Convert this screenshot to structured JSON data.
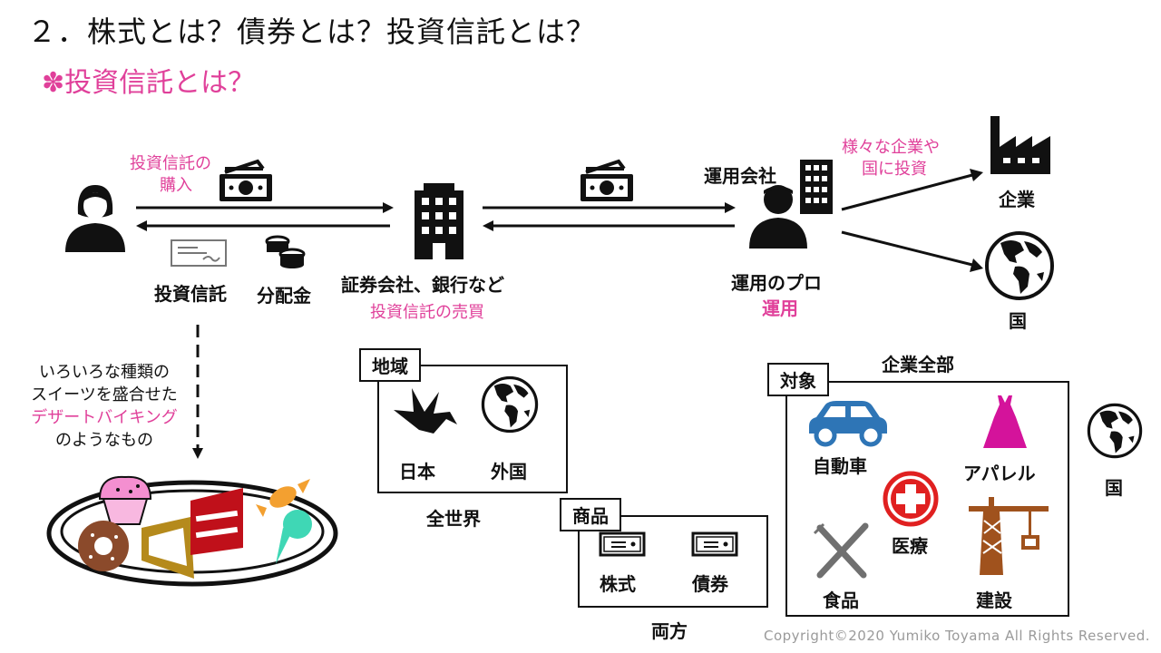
{
  "header": {
    "title": "２．株式とは？債券とは？投資信託とは？",
    "subtitle_mark": "✽",
    "subtitle": "投資信託とは？"
  },
  "flow": {
    "buy_line1": "投資信託の",
    "buy_line2": "購入",
    "investor_items": [
      "投資信託",
      "分配金"
    ],
    "broker_label": "証券会社、銀行など",
    "broker_sub": "投資信託の売買",
    "mgmt_company": "運用会社",
    "pro_label": "運用のプロ",
    "pro_sub": "運用",
    "invest_line1": "様々な企業や",
    "invest_line2": "国に投資",
    "company": "企業",
    "country": "国"
  },
  "analogy": {
    "line1": "いろいろな種類の",
    "line2": "スイーツを盛合せた",
    "line3": "デザートバイキング",
    "line4": "のようなもの"
  },
  "region_box": {
    "tag": "地域",
    "items": [
      "日本",
      "外国"
    ],
    "caption": "全世界"
  },
  "product_box": {
    "tag": "商品",
    "items": [
      "株式",
      "債券"
    ],
    "caption": "両方"
  },
  "target_box": {
    "tag": "対象",
    "caption": "企業全部",
    "items": [
      "自動車",
      "アパレル",
      "医療",
      "食品",
      "建設"
    ],
    "outside": "国"
  },
  "colors": {
    "accent_pink": "#e0409a",
    "car_blue": "#2e75b6",
    "dress_magenta": "#d4139b",
    "medical_red": "#e02020",
    "crane_brown": "#a0521d",
    "fork_gray": "#707070"
  },
  "footer": {
    "copyright": "Copyright©2020 Yumiko Toyama All Rights Reserved."
  }
}
